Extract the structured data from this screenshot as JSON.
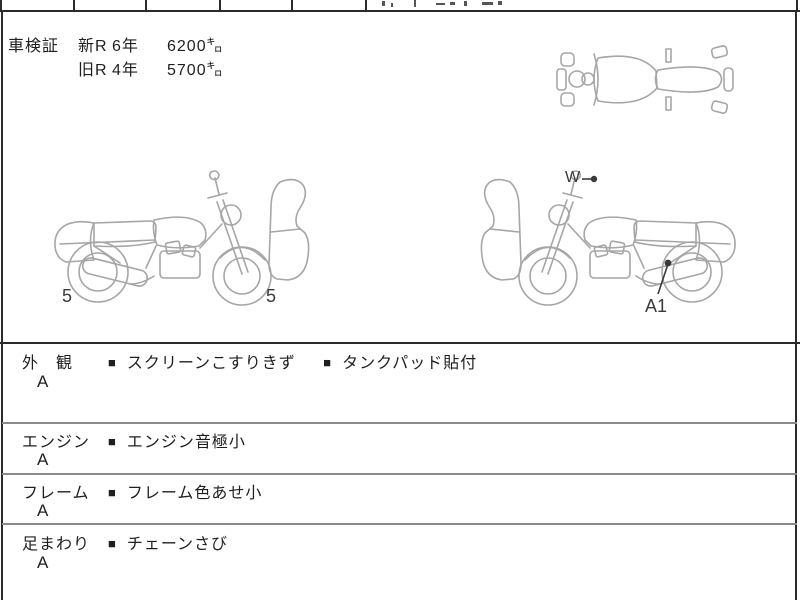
{
  "registration": {
    "label": "車検証",
    "rows": [
      {
        "era": "新R",
        "years": "6年",
        "mileage": "6200㌔"
      },
      {
        "era": "旧R",
        "years": "4年",
        "mileage": "5700㌔"
      }
    ]
  },
  "diagram": {
    "label_left_rear": "5",
    "label_left_front": "5",
    "label_w": "W",
    "label_a1": "A1"
  },
  "inspection": {
    "bullet": "■",
    "rows": [
      {
        "category": "外　観",
        "grade": "A",
        "comments": [
          "スクリーンこすりきず",
          "タンクパッド貼付"
        ]
      },
      {
        "category": "エンジン",
        "grade": "A",
        "comments": [
          "エンジン音極小"
        ]
      },
      {
        "category": "フレーム",
        "grade": "A",
        "comments": [
          "フレーム色あせ小"
        ]
      },
      {
        "category": "足まわり",
        "grade": "A",
        "comments": [
          "チェーンさび"
        ]
      }
    ]
  },
  "colors": {
    "sketch_line": "#a6a6a6",
    "border": "#2b2b2b",
    "text": "#1f1f1f"
  }
}
